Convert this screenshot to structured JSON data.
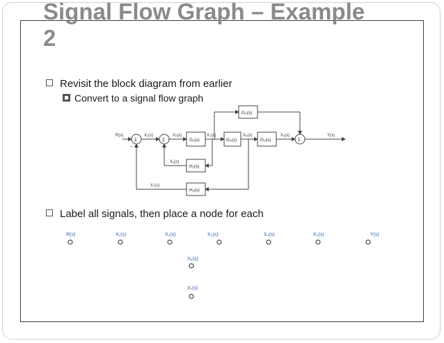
{
  "slide": {
    "title_line1": "Signal Flow Graph – Example",
    "title_line2": "2",
    "bullet1": "Revisit the block diagram from earlier",
    "sub1": "Convert to a signal flow graph",
    "bullet2": "Label all signals, then place a node for each"
  },
  "block_diagram": {
    "input": "R(s)",
    "output": "Y(s)",
    "signals": {
      "x1": "X₁(s)",
      "x2": "X₂(s)",
      "x3": "X₃(s)",
      "x4": "X₄(s)",
      "x5": "X₅(s)",
      "x6": "X₆(s)",
      "x7": "X₇(s)"
    },
    "blocks": {
      "g1": "G₁(s)",
      "g2": "G₂(s)",
      "g3": "G₃(s)",
      "g4": "G₄(s)",
      "h1": "H₁(s)",
      "h2": "H₂(s)"
    },
    "sum_symbol": "Σ",
    "minus_sign": "–"
  },
  "nodes": {
    "r": "R(s)",
    "x1": "X₁(s)",
    "x2": "X₂(s)",
    "x3": "X₃(s)",
    "x4": "X₄(s)",
    "x5": "X₅(s)",
    "y": "Y(s)",
    "x6": "X₆(s)",
    "x7": "X₇(s)"
  }
}
